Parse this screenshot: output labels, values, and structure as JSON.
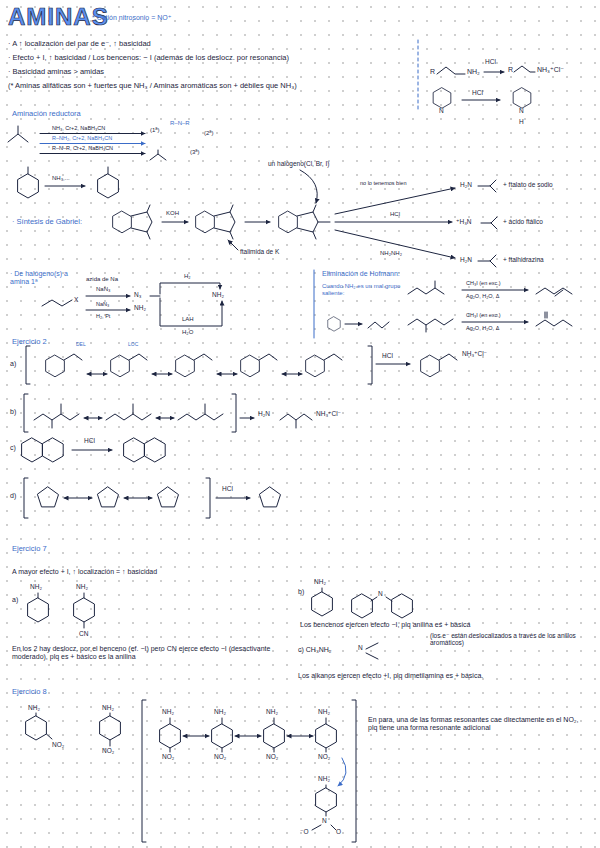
{
  "diagram": {
    "title": "AMINAS",
    "labels": [
      "* Catión nitrosonio = NO⁺",
      "· A ↑ localización del par de e⁻, ↑ basicidad",
      "· Efecto + I, ↑ basicidad / Los bencenos: − I (además de los deslocz. por resonancia)",
      "· Basicidad aminas > amidas",
      "(* Aminas alifáticas son + fuertes que NH₃ / Aminas aromáticas son + débiles que NH₃)",
      "HCl",
      "R",
      "NH₂",
      "R",
      "NH₃⁺Cl⁻",
      "HCl",
      "N",
      "N",
      "H",
      "Aminación reductora",
      "NH₃, Cr+2, NaBH₃CN",
      "R–NH₂, Cr+2, NaBH₃CN",
      "R–N–R, Cr+2, NaBH₃CN",
      "(1ª)",
      "R–N–R",
      "(2ª)",
      "(3ª)",
      "NH₃,...",
      "un halógeno(Cl, Br, I)",
      "no lo tenemos bien",
      "+ ftalato de sodio",
      "· Síntesis de Gabriel:",
      "KOH",
      "ftalimida de K",
      "HCl",
      "+ ácido ftálico",
      "NH₂NH₂",
      "+ ftalhidrazina",
      "· De halógeno(s) a amina 1ª",
      "azida de Na",
      "NaN₃",
      "NaN₃",
      "H₂, Pt",
      "H₂",
      "LAH",
      "H₂O",
      "Eliminación de Hofmann:",
      "Cuando NH₂ es un mal grupo saliente:",
      "CH₃I (en exc.)",
      "Ag₂O, H₂O, Δ",
      "CH₃I (en exc.)",
      "Ag₂O, H₂O, Δ",
      "Ejercicio 2",
      "a)",
      "DEL",
      "LOC",
      "HCl",
      "NH₃⁺Cl⁻",
      "b)",
      "H₂N",
      "NH₃⁺Cl⁻",
      "c)",
      "HCl",
      "d)",
      "HCl",
      "Ejercicio 7",
      "A mayor efecto + I, ↑ localización = ↑ basicidad",
      "a)",
      "NH₂",
      "NH₂",
      "CN",
      "En los 2 hay deslocz. por el benceno (ef. −I) pero CN ejerce efecto −I (desactivante moderado), plq es + básico es la anilina",
      "b)",
      "NH₂",
      "Los bencenos ejercen efecto −I, plq anilina es + básica",
      "(los e⁻ están deslocalizados a través de los anillos aromáticos)",
      "c) CH₃NH₂",
      "Los alkanos ejercen efecto +I, plq dimetilamina es + básica.",
      "Ejercicio 8",
      "NH₂",
      "NO₂",
      "NH₂",
      "NO₂",
      "NH₂",
      "NO₂",
      "NH₂",
      "NO₂",
      "NH₂",
      "NO₂",
      "NH₂",
      "NO₂",
      "NH₂",
      "N",
      "En para, una de las formas resonantes cae directamente en el NO₂, plq tiene una forma resonante adicional",
      "H₂N",
      "⁺H₃N",
      "H₂N",
      "N₃",
      "NH₂",
      "N",
      "N",
      "⁻O",
      "O",
      "X",
      "NH₂"
    ]
  }
}
